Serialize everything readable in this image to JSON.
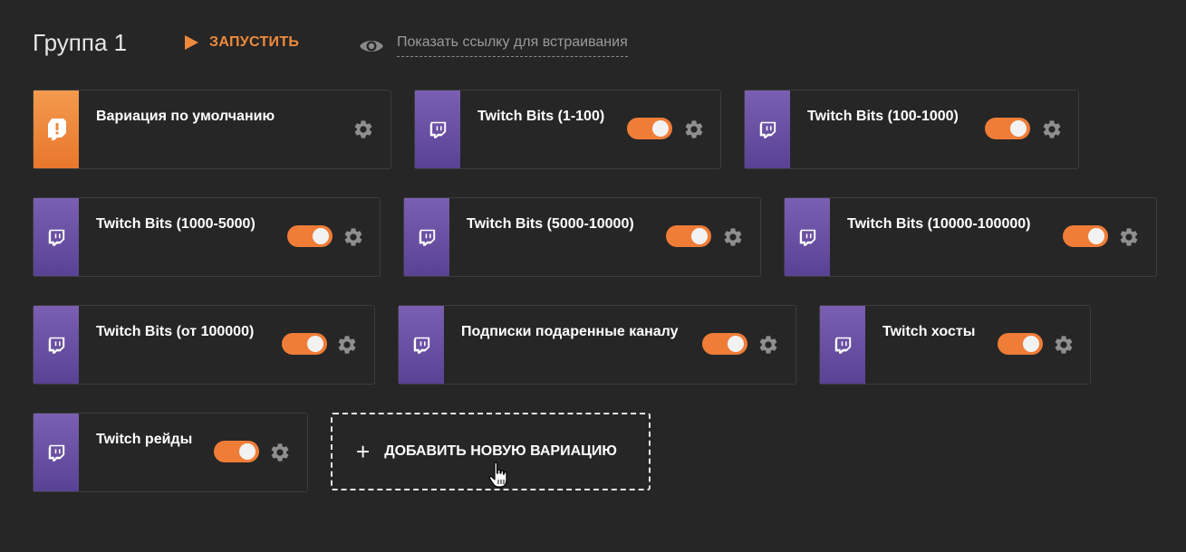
{
  "header": {
    "group_title": "Группа 1",
    "run_label": "ЗАПУСТИТЬ",
    "embed_label": "Показать ссылку для встраивания"
  },
  "colors": {
    "background": "#262626",
    "accent_orange": "#ef8a3c",
    "twitch_purple": "#6a50a4",
    "card_border": "#3c3c3c"
  },
  "variations": [
    {
      "name": "Вариация по умолчанию",
      "icon": "alert-logo-icon",
      "has_toggle": false
    },
    {
      "name": "Twitch Bits (1-100)",
      "icon": "twitch-icon",
      "enabled": true
    },
    {
      "name": "Twitch Bits (100-1000)",
      "icon": "twitch-icon",
      "enabled": true
    },
    {
      "name": "Twitch Bits (1000-5000)",
      "icon": "twitch-icon",
      "enabled": true
    },
    {
      "name": "Twitch Bits (5000-10000)",
      "icon": "twitch-icon",
      "enabled": true
    },
    {
      "name": "Twitch Bits (10000-100000)",
      "icon": "twitch-icon",
      "enabled": true
    },
    {
      "name": "Twitch Bits (от 100000)",
      "icon": "twitch-icon",
      "enabled": true
    },
    {
      "name": "Подписки подаренные каналу",
      "icon": "twitch-icon",
      "enabled": true
    },
    {
      "name": "Twitch хосты",
      "icon": "twitch-icon",
      "enabled": true
    },
    {
      "name": "Twitch рейды",
      "icon": "twitch-icon",
      "enabled": true
    }
  ],
  "add_button": {
    "plus": "+",
    "label": "ДОБАВИТЬ НОВУЮ ВАРИАЦИЮ"
  }
}
